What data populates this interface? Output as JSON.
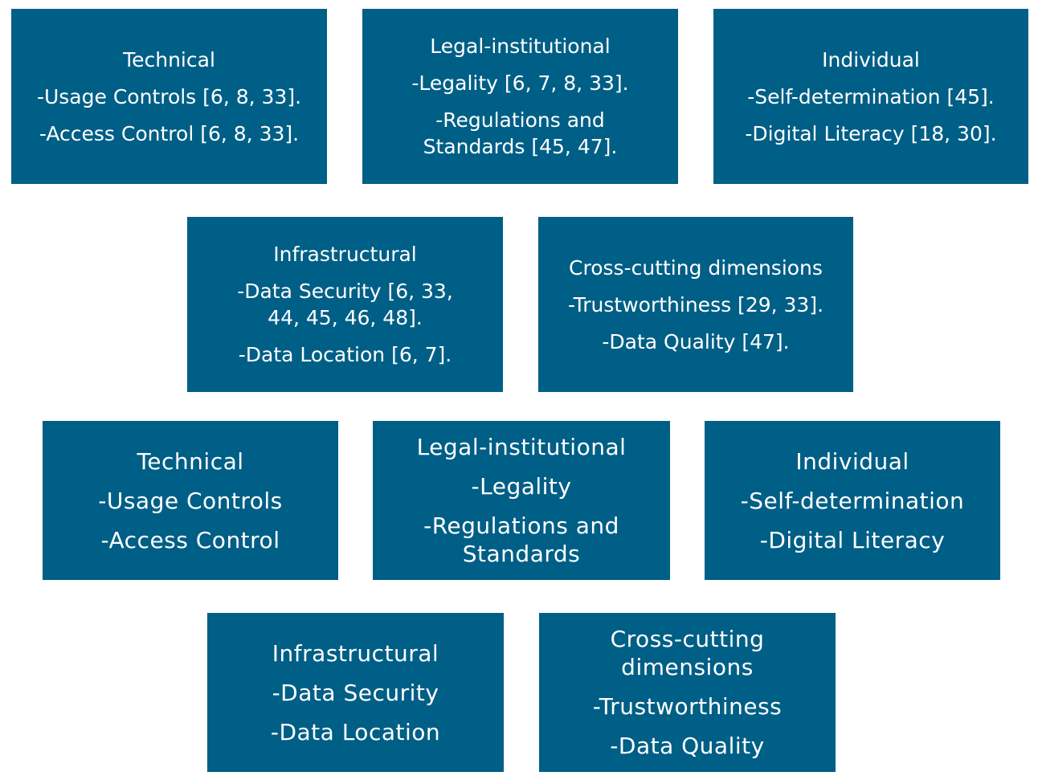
{
  "colors": {
    "box_fill": "#005f86",
    "text": "#ffffff",
    "background": "#ffffff"
  },
  "top_section": {
    "technical": {
      "title": "Technical",
      "items": [
        "-Usage Controls [6, 8, 33].",
        "-Access Control [6, 8, 33]."
      ]
    },
    "legal": {
      "title": "Legal-institutional",
      "items": [
        "-Legality [6, 7, 8, 33].",
        "-Regulations and Standards [45, 47]."
      ]
    },
    "individual": {
      "title": "Individual",
      "items": [
        "-Self-determination [45].",
        "-Digital Literacy [18, 30]."
      ]
    },
    "infrastructural": {
      "title": "Infrastructural",
      "items": [
        "-Data Security [6, 33, 44, 45, 46, 48].",
        "-Data Location [6, 7]."
      ]
    },
    "cross_cutting": {
      "title": "Cross-cutting dimensions",
      "items": [
        "-Trustworthiness [29, 33].",
        "-Data Quality [47]."
      ]
    }
  },
  "bottom_section": {
    "technical": {
      "title": "Technical",
      "items": [
        "-Usage Controls",
        "-Access Control"
      ]
    },
    "legal": {
      "title": "Legal-institutional",
      "items": [
        "-Legality",
        "-Regulations and Standards"
      ]
    },
    "individual": {
      "title": "Individual",
      "items": [
        "-Self-determination",
        "-Digital Literacy"
      ]
    },
    "infrastructural": {
      "title": "Infrastructural",
      "items": [
        "-Data Security",
        "-Data Location"
      ]
    },
    "cross_cutting": {
      "title": "Cross-cutting dimensions",
      "items": [
        "-Trustworthiness",
        "-Data Quality"
      ]
    }
  }
}
